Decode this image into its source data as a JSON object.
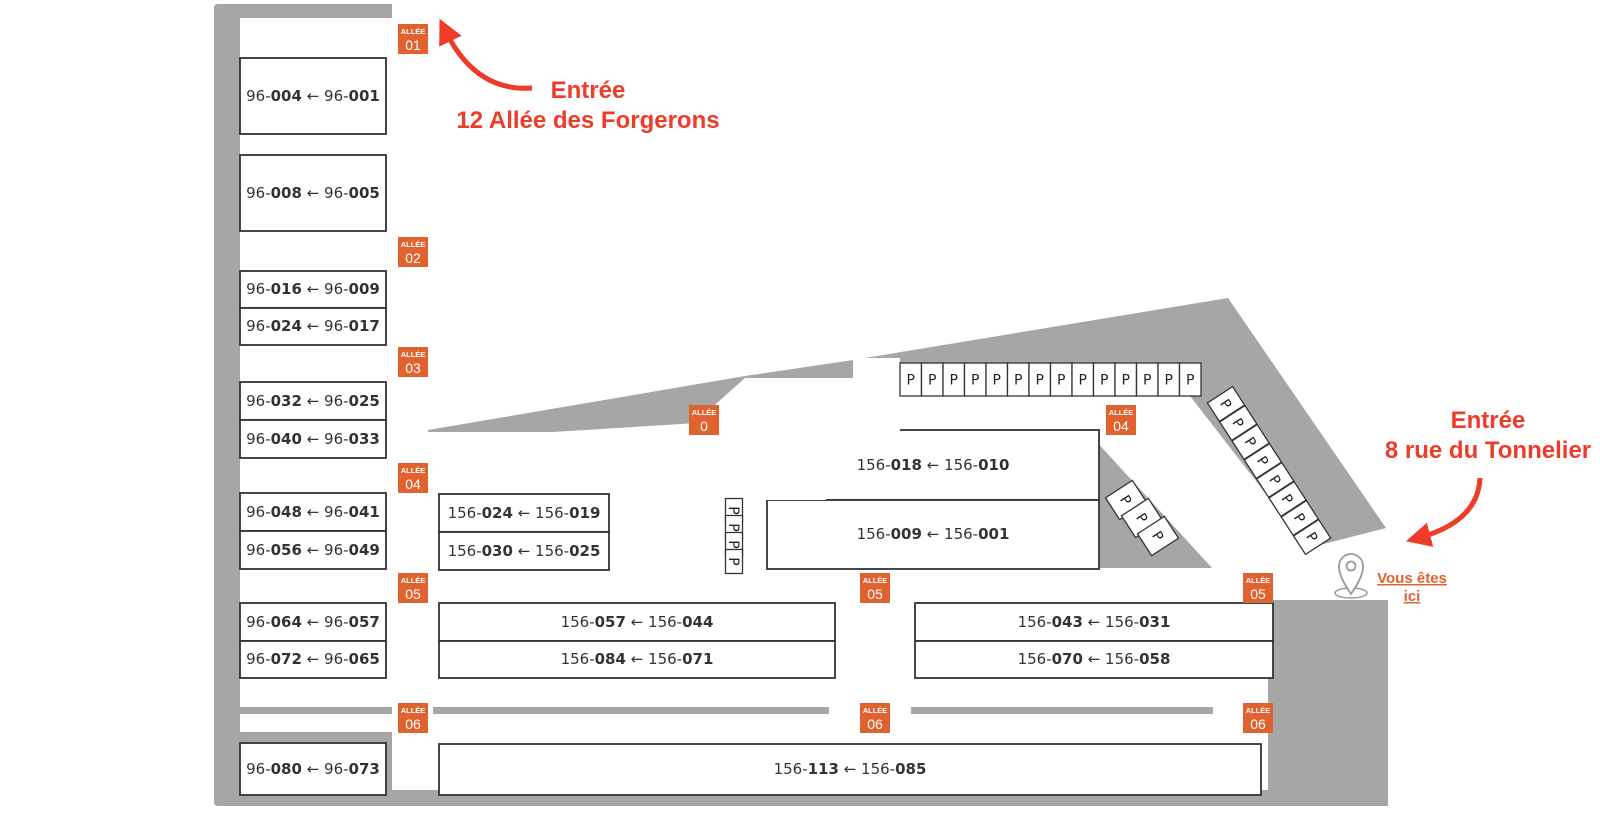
{
  "colors": {
    "road": "#a6a6a6",
    "badge": "#e0632f",
    "accent_red": "#ee3b2a",
    "here_link": "#e0632f",
    "block_stroke": "#333333"
  },
  "entrances": [
    {
      "id": "nw",
      "title": "Entrée",
      "address": "12 Allée des Forgerons"
    },
    {
      "id": "se",
      "title": "Entrée",
      "address": "8 rue du Tonnelier"
    }
  ],
  "you_are_here": {
    "line1": "Vous êtes",
    "line2": "ici",
    "icon": "location-pin-icon"
  },
  "badge_word": "ALLÉE",
  "alleys": [
    {
      "num": "01"
    },
    {
      "num": "02"
    },
    {
      "num": "03"
    },
    {
      "num": "04"
    },
    {
      "num": "04"
    },
    {
      "num": "0"
    },
    {
      "num": "05"
    },
    {
      "num": "05"
    },
    {
      "num": "05"
    },
    {
      "num": "06"
    },
    {
      "num": "06"
    },
    {
      "num": "06"
    }
  ],
  "parking_label": "P",
  "blocks": [
    {
      "p1": "96-",
      "b1": "004",
      "arrow": " ← ",
      "p2": "96-",
      "b2": "001"
    },
    {
      "p1": "96-",
      "b1": "008",
      "arrow": " ← ",
      "p2": "96-",
      "b2": "005"
    },
    {
      "p1": "96-",
      "b1": "016",
      "arrow": " ← ",
      "p2": "96-",
      "b2": "009"
    },
    {
      "p1": "96-",
      "b1": "024",
      "arrow": " ← ",
      "p2": "96-",
      "b2": "017"
    },
    {
      "p1": "96-",
      "b1": "032",
      "arrow": " ← ",
      "p2": "96-",
      "b2": "025"
    },
    {
      "p1": "96-",
      "b1": "040",
      "arrow": " ← ",
      "p2": "96-",
      "b2": "033"
    },
    {
      "p1": "96-",
      "b1": "048",
      "arrow": " ← ",
      "p2": "96-",
      "b2": "041"
    },
    {
      "p1": "96-",
      "b1": "056",
      "arrow": " ← ",
      "p2": "96-",
      "b2": "049"
    },
    {
      "p1": "96-",
      "b1": "064",
      "arrow": " ← ",
      "p2": "96-",
      "b2": "057"
    },
    {
      "p1": "96-",
      "b1": "072",
      "arrow": " ← ",
      "p2": "96-",
      "b2": "065"
    },
    {
      "p1": "96-",
      "b1": "080",
      "arrow": " ← ",
      "p2": "96-",
      "b2": "073"
    },
    {
      "p1": "156-",
      "b1": "024",
      "arrow": " ← ",
      "p2": "156-",
      "b2": "019"
    },
    {
      "p1": "156-",
      "b1": "030",
      "arrow": " ← ",
      "p2": "156-",
      "b2": "025"
    },
    {
      "p1": "156-",
      "b1": "018",
      "arrow": " ← ",
      "p2": "156-",
      "b2": "010"
    },
    {
      "p1": "156-",
      "b1": "009",
      "arrow": " ← ",
      "p2": "156-",
      "b2": "001"
    },
    {
      "p1": "156-",
      "b1": "057",
      "arrow": " ← ",
      "p2": "156-",
      "b2": "044"
    },
    {
      "p1": "156-",
      "b1": "084",
      "arrow": " ← ",
      "p2": "156-",
      "b2": "071"
    },
    {
      "p1": "156-",
      "b1": "043",
      "arrow": " ← ",
      "p2": "156-",
      "b2": "031"
    },
    {
      "p1": "156-",
      "b1": "070",
      "arrow": " ← ",
      "p2": "156-",
      "b2": "058"
    },
    {
      "p1": "156-",
      "b1": "113",
      "arrow": " ← ",
      "p2": "156-",
      "b2": "085"
    }
  ]
}
